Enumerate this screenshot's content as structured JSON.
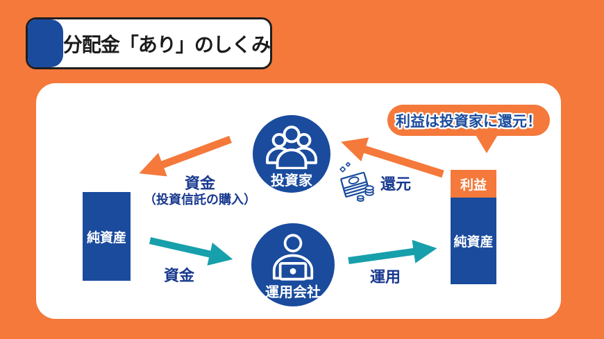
{
  "colors": {
    "background": "#F4793B",
    "primary_blue": "#1A4B9D",
    "teal": "#17A0AB",
    "label_blue": "#17388F",
    "panel": "#FFFFFF",
    "title_text": "#1B1B1B"
  },
  "header": {
    "title": "分配金「あり」のしくみ"
  },
  "diagram": {
    "callout": {
      "text": "利益は投資家に還元！"
    },
    "investors": {
      "label": "投資家",
      "icon": "people-group-icon"
    },
    "company": {
      "label": "運用会社",
      "icon": "person-laptop-icon"
    },
    "left_bar": {
      "label": "純資産"
    },
    "right_bar": {
      "profit": "利益",
      "net": "純資産"
    },
    "flows": {
      "purchase": {
        "label": "資金",
        "note": "（投資信託の購入）",
        "color": "#F4793B"
      },
      "refund": {
        "label": "還元",
        "icon": "money-stack-icon",
        "color": "#F4793B"
      },
      "funding": {
        "label": "資金",
        "color": "#17A0AB"
      },
      "operate": {
        "label": "運用",
        "color": "#17A0AB"
      }
    }
  }
}
